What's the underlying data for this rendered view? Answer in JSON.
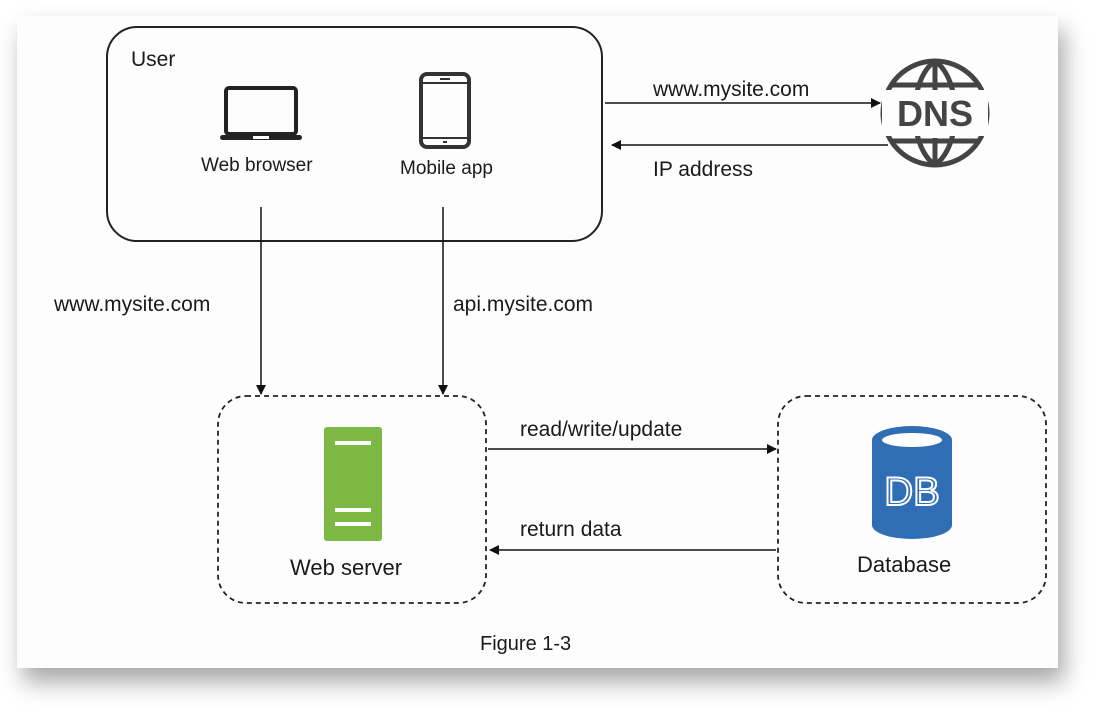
{
  "user_box": {
    "title": "User",
    "clients": [
      {
        "label": "Web browser",
        "icon": "laptop-icon"
      },
      {
        "label": "Mobile app",
        "icon": "mobile-phone-icon"
      }
    ]
  },
  "dns": {
    "icon": "dns-globe-icon",
    "icon_text": "DNS",
    "request_label": "www.mysite.com",
    "response_label": "IP address"
  },
  "client_links": {
    "web_label": "www.mysite.com",
    "mobile_label": "api.mysite.com"
  },
  "web_server": {
    "label": "Web server",
    "icon": "server-icon",
    "color": "#7cb843"
  },
  "database": {
    "label": "Database",
    "icon": "database-icon",
    "icon_text": "DB",
    "color": "#2f6eb5"
  },
  "db_links": {
    "request_label": "read/write/update",
    "response_label": "return data"
  },
  "caption": "Figure 1-3"
}
